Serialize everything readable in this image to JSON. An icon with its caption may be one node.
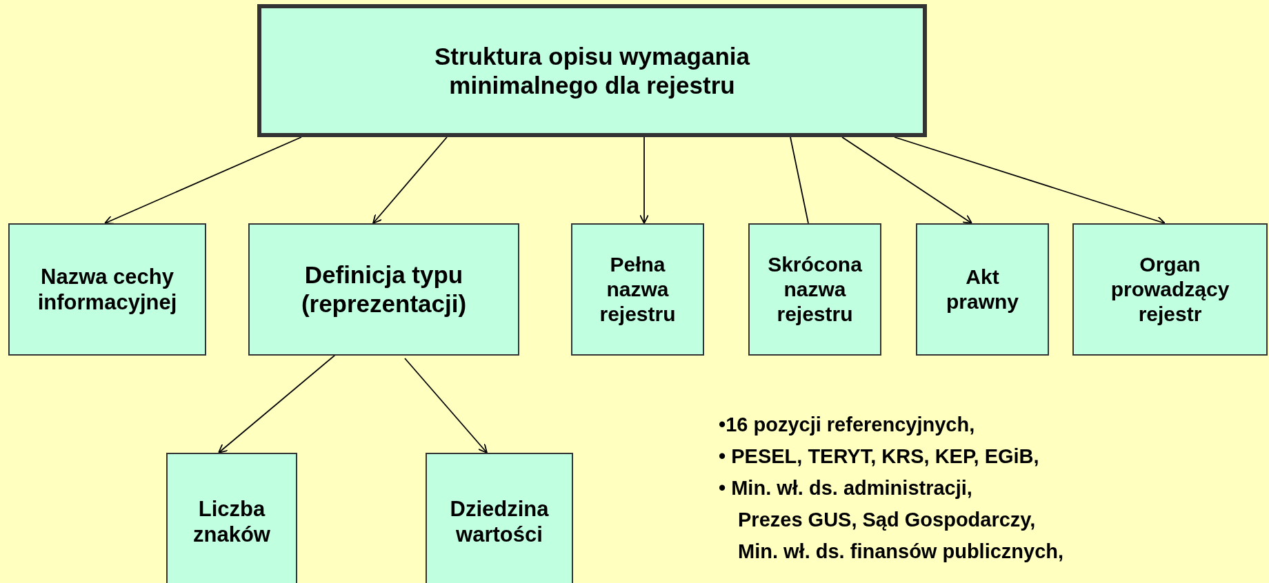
{
  "diagram": {
    "nodes": [
      {
        "text": [
          "Struktura opisu wymagania minimalnego dla rejestru"
        ]
      },
      {
        "text": [
          "Nazwa cechy informacyjnej"
        ]
      },
      {
        "text": [
          "Definicja typu (reprezentacji)"
        ]
      },
      {
        "text": [
          "Pełna nazwa rejestru"
        ]
      },
      {
        "text": [
          "Skrócona nazwa rejestru"
        ]
      },
      {
        "text": [
          "Akt prawny"
        ]
      },
      {
        "text": [
          "Organ prowadzący rejestr"
        ]
      },
      {
        "text": [
          "Liczba znaków"
        ]
      },
      {
        "text": [
          "Dziedzina wartości"
        ]
      }
    ],
    "edges": [
      {
        "from": 0,
        "to": 1,
        "arrow": "to"
      },
      {
        "from": 0,
        "to": 2,
        "arrow": "to"
      },
      {
        "from": 0,
        "to": 3,
        "arrow": "to"
      },
      {
        "from": 0,
        "to": 4,
        "arrow": "none"
      },
      {
        "from": 0,
        "to": 5,
        "arrow": "to"
      },
      {
        "from": 0,
        "to": 6,
        "arrow": "to"
      },
      {
        "from": 2,
        "to": 7,
        "arrow": "to"
      },
      {
        "from": 2,
        "to": 8,
        "arrow": "to"
      }
    ],
    "labels": [
      "•16 pozycji referencyjnych,",
      "• PESEL, TERYT, KRS, KEP, EGiB,",
      "• Min. wł. ds. administracji,",
      "Prezes GUS, Sąd Gospodarczy,",
      "Min. wł. ds. finansów publicznych,"
    ]
  }
}
